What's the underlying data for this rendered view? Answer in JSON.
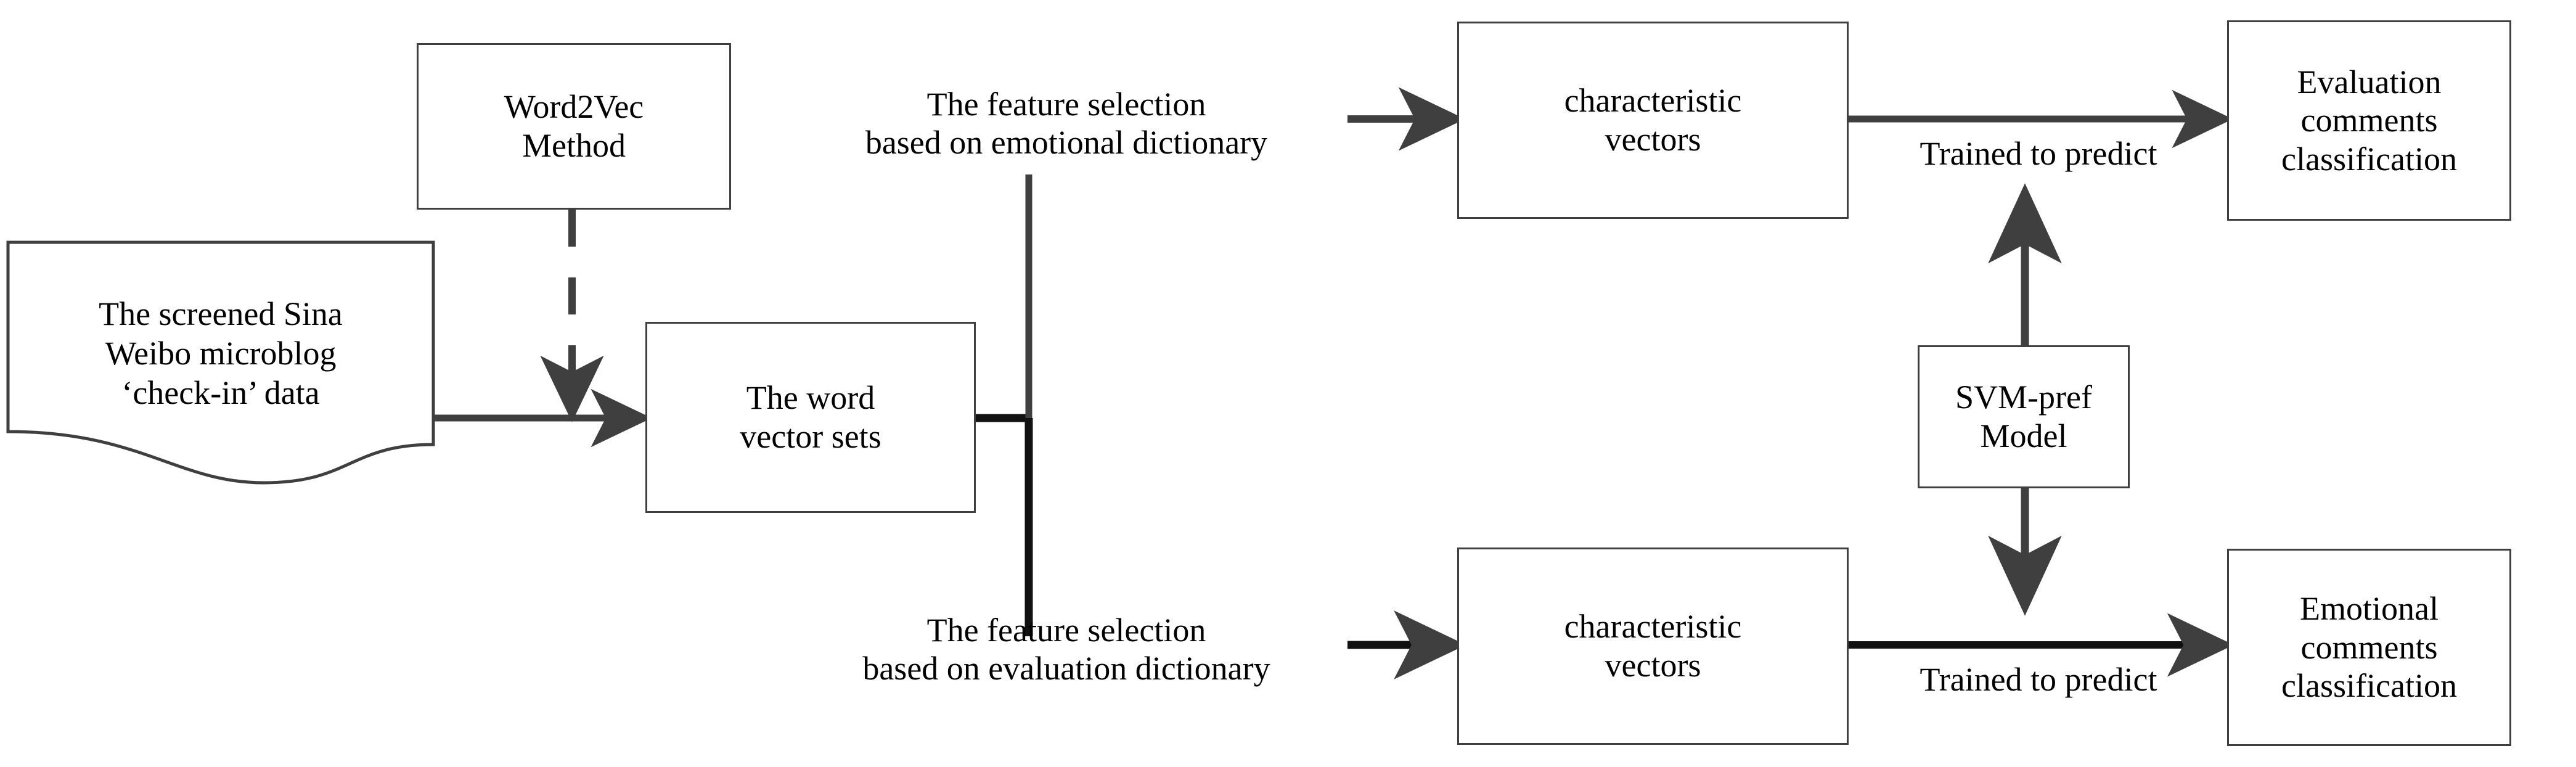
{
  "diagram": {
    "title": "Sentiment analysis workflow for Sina Weibo check-in microblog data",
    "background_color": "#ffffff",
    "line_color": "#3f3f3f",
    "text_color": "#000000",
    "nodes": {
      "source_document": {
        "label": "The screened Sina\nWeibo microblog\n‘check-in’ data",
        "shape": "document",
        "font_size": 54
      },
      "word2vec": {
        "label": "Word2Vec\nMethod",
        "shape": "rectangle",
        "font_size": 54
      },
      "word_vector_sets": {
        "label": "The word\nvector sets",
        "shape": "rectangle",
        "font_size": 54
      },
      "feature_selection_emotional": {
        "label": "The feature selection\nbased on emotional dictionary",
        "shape": "text",
        "font_size": 54
      },
      "feature_selection_evaluation": {
        "label": "The feature selection\nbased on evaluation dictionary",
        "shape": "text",
        "font_size": 54
      },
      "characteristic_vectors_top": {
        "label": "characteristic\nvectors",
        "shape": "rectangle",
        "font_size": 54
      },
      "characteristic_vectors_bottom": {
        "label": "characteristic\nvectors",
        "shape": "rectangle",
        "font_size": 54
      },
      "svm_pref_model": {
        "label": "SVM-pref\nModel",
        "shape": "rectangle",
        "font_size": 54
      },
      "evaluation_comments_classification": {
        "label": "Evaluation\ncomments\nclassification",
        "shape": "rectangle",
        "font_size": 54
      },
      "emotional_comments_classification": {
        "label": "Emotional\ncomments\nclassification",
        "shape": "rectangle",
        "font_size": 54
      }
    },
    "edge_labels": {
      "trained_to_predict_top": "Trained to predict",
      "trained_to_predict_bottom": "Trained to predict"
    },
    "connectors": [
      {
        "name": "source-to-word-vector-sets",
        "style": "solid-arrow"
      },
      {
        "name": "word2vec-to-pipeline",
        "style": "dashed-arrow"
      },
      {
        "name": "word-vector-sets-to-branch-trunk",
        "style": "solid-line"
      },
      {
        "name": "branch-trunk-vertical",
        "style": "solid-line"
      },
      {
        "name": "emotional-feature-to-characteristic-vectors",
        "style": "solid-arrow"
      },
      {
        "name": "evaluation-feature-to-characteristic-vectors",
        "style": "solid-arrow"
      },
      {
        "name": "characteristic-vectors-top-to-evaluation-classification",
        "style": "solid-arrow"
      },
      {
        "name": "characteristic-vectors-bottom-to-emotional-classification",
        "style": "solid-arrow"
      },
      {
        "name": "svm-model-up-to-top-branch",
        "style": "solid-arrow"
      },
      {
        "name": "svm-model-down-to-bottom-branch",
        "style": "solid-arrow"
      }
    ]
  }
}
